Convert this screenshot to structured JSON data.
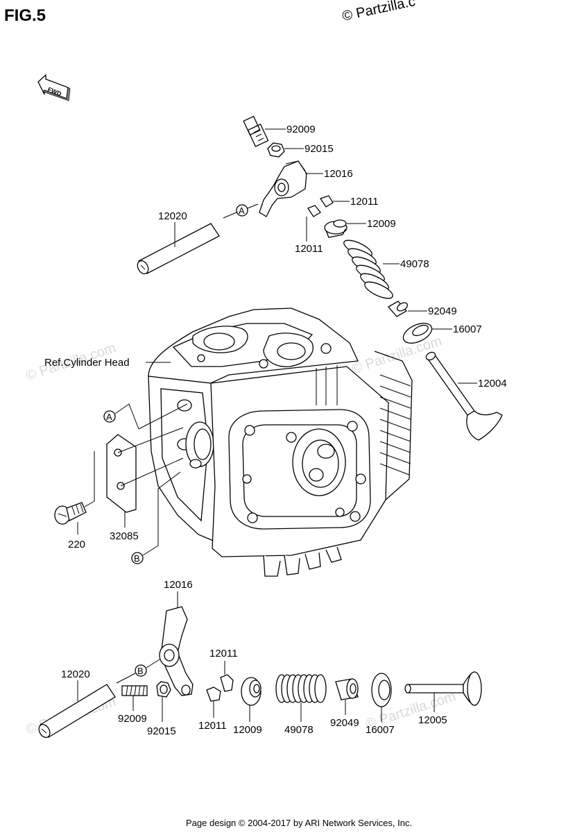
{
  "figure_title": "FIG.5",
  "watermark_top": "© Partzilla.c",
  "watermark_faint": "© Partzilla.com",
  "fwd_label": "FWD",
  "ref_label": "Ref.Cylinder Head",
  "callouts": {
    "a": "A",
    "b": "B"
  },
  "parts": {
    "p92009_top": "92009",
    "p92015_top": "92015",
    "p12016_top": "12016",
    "p12020_top": "12020",
    "p12011_top_right": "12011",
    "p12011_top_left": "12011",
    "p12009_top": "12009",
    "p49078_top": "49078",
    "p92049_top": "92049",
    "p16007_top": "16007",
    "p12004": "12004",
    "p220": "220",
    "p32085": "32085",
    "p12016_bottom": "12016",
    "p12011_bottom_top": "12011",
    "p12020_bottom": "12020",
    "p92009_bottom": "92009",
    "p92015_bottom": "92015",
    "p12011_bottom": "12011",
    "p12009_bottom": "12009",
    "p49078_bottom": "49078",
    "p92049_bottom": "92049",
    "p16007_bottom": "16007",
    "p12005": "12005"
  },
  "footer": "Page design © 2004-2017 by ARI Network Services, Inc."
}
